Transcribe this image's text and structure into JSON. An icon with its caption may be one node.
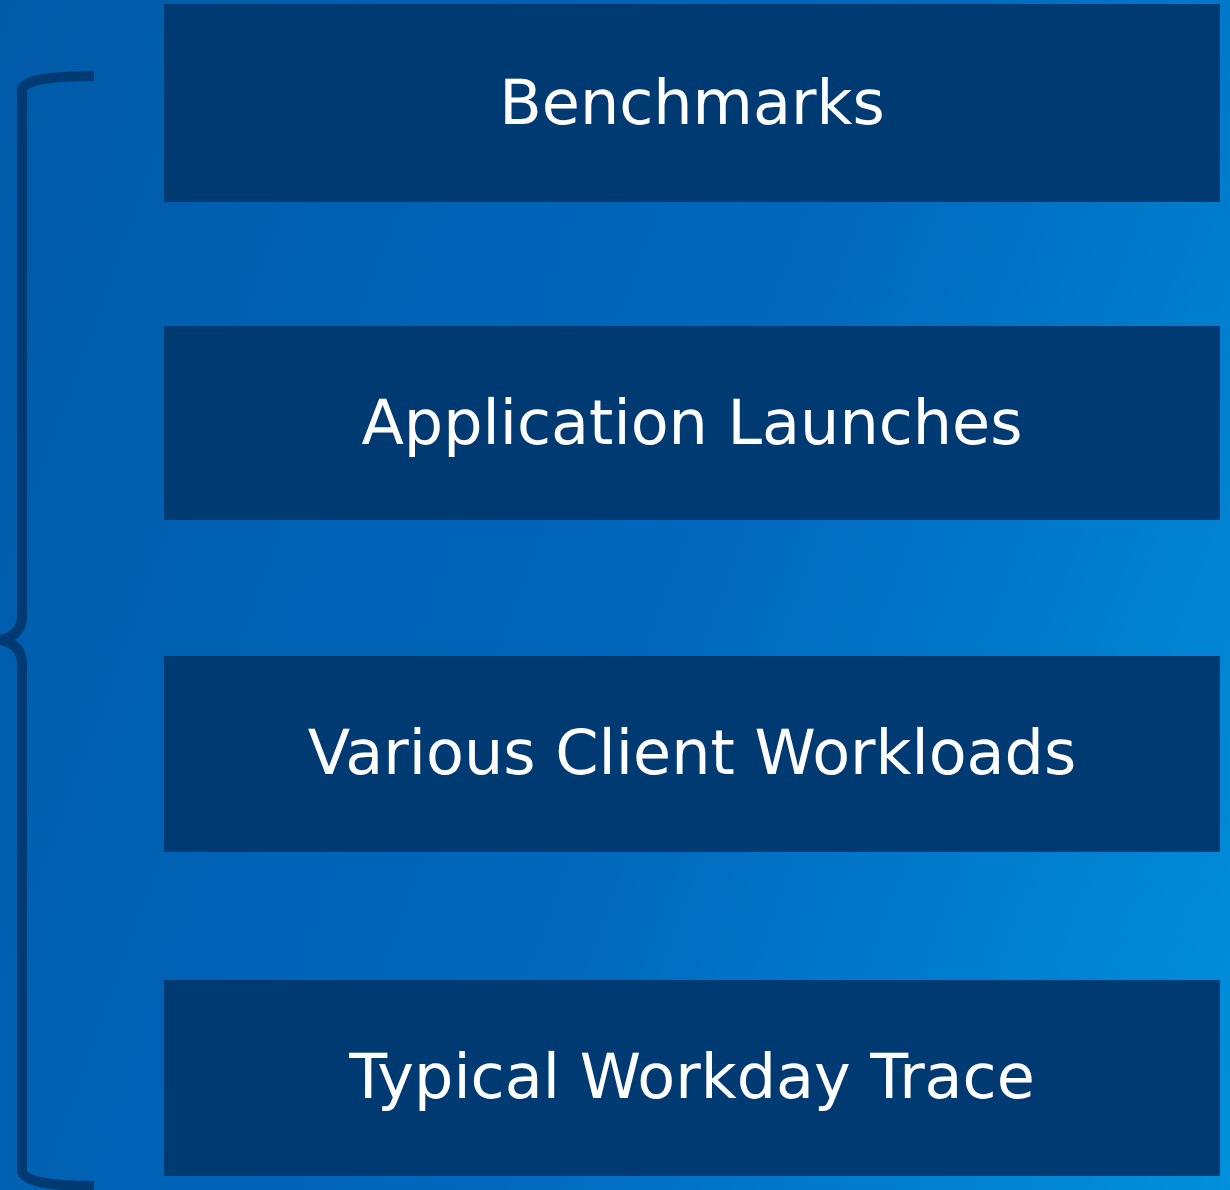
{
  "diagram": {
    "nodes": [
      {
        "text": [
          "Benchmarks"
        ]
      },
      {
        "text": [
          "Application Launches"
        ]
      },
      {
        "text": [
          "Various Client Workloads"
        ]
      },
      {
        "text": [
          "Typical Workday Trace"
        ]
      }
    ]
  }
}
